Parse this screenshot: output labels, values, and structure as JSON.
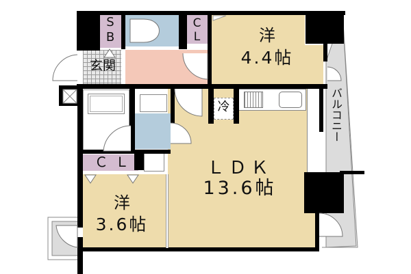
{
  "plan": {
    "colors": {
      "wall": "#000000",
      "living": "#eedcac",
      "storage": "#d4bcd0",
      "wet": "#b4ccdc",
      "corridor": "#f4c8b8",
      "balcony": "#dcdcdc",
      "entrance_tile": "#e8e8e8"
    },
    "rooms": {
      "western_upper": {
        "type": "洋",
        "size": "4.4帖"
      },
      "ldk": {
        "type": "ＬＤＫ",
        "size": "13.6帖"
      },
      "western_lower": {
        "type": "洋",
        "size": "3.6帖"
      },
      "sb": {
        "line1": "S",
        "line2": "B"
      },
      "cl_upper": {
        "line1": "C",
        "line2": "L"
      },
      "cl_lower": {
        "label": "Ｃ Ｌ"
      },
      "entrance": {
        "label": "玄関"
      },
      "fridge": {
        "label": "冷"
      },
      "balcony": {
        "label": "バルコニー"
      }
    }
  }
}
